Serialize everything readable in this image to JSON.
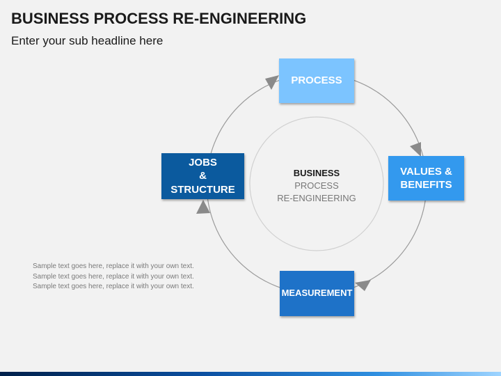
{
  "header": {
    "title": "BUSINESS PROCESS RE-ENGINEERING",
    "subtitle": "Enter your sub headline here"
  },
  "diagram": {
    "center": {
      "line1": "BUSINESS",
      "line2": "PROCESS",
      "line3": "RE-ENGINEERING"
    },
    "steps": {
      "process": {
        "label": "PROCESS"
      },
      "values": {
        "line1": "VALUES &",
        "line2": "BENEFITS"
      },
      "measurement": {
        "label": "MEASUREMENT"
      },
      "jobs": {
        "line1": "JOBS",
        "line2": "&",
        "line3": "STRUCTURE"
      }
    }
  },
  "sample_text": "Sample text goes here, replace it with your own text. Sample text goes here, replace it with your own text. Sample text goes here, replace it with your own text.",
  "colors": {
    "background": "#f2f2f2",
    "process": "#7cc4ff",
    "values": "#3399ee",
    "measurement": "#1e72c8",
    "jobs": "#0b5a9e",
    "arrow": "#888888"
  }
}
